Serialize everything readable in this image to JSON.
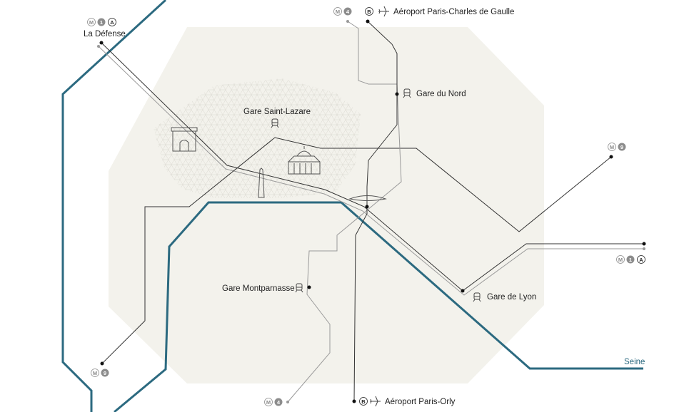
{
  "colors": {
    "background": "#ffffff",
    "paris_area": "#f3f2ec",
    "river": "#2c6a80",
    "line_dark": "#333333",
    "line_grey": "#9a9a9a",
    "badge_grey": "#8c8c8c",
    "label": "#222222"
  },
  "river": {
    "label": "Seine"
  },
  "stations": {
    "la_defense": {
      "label": "La Défense"
    },
    "gare_saint_lazare": {
      "label": "Gare Saint-Lazare"
    },
    "gare_du_nord": {
      "label": "Gare du Nord"
    },
    "gare_de_lyon": {
      "label": "Gare de Lyon"
    },
    "gare_montparnasse": {
      "label": "Gare Montparnasse"
    },
    "aeroport_cdg": {
      "label": "Aéroport Paris-Charles de Gaulle"
    },
    "aeroport_orly": {
      "label": "Aéroport Paris-Orly"
    }
  },
  "line_badges": {
    "metro": "M",
    "line_1": "1",
    "line_4": "4",
    "line_9": "9",
    "rer_a": "A",
    "rer_b": "B"
  },
  "icons": {
    "train": "train-icon",
    "plane": "plane-icon",
    "arc_de_triomphe": "arc-de-triomphe-icon",
    "opera": "opera-garnier-icon",
    "obelisk": "obelisk-icon"
  }
}
